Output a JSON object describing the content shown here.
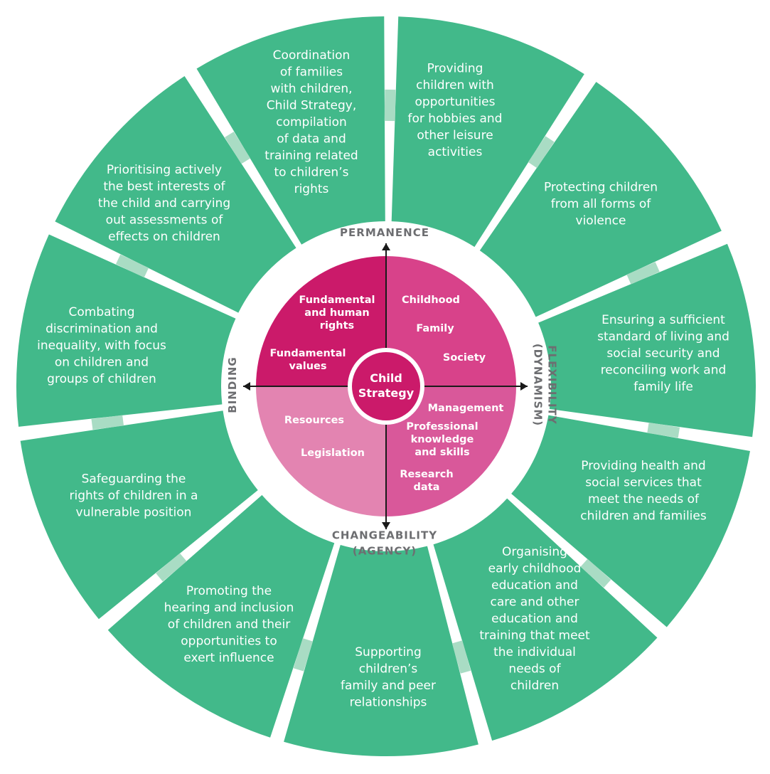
{
  "colors": {
    "segment": "#42b98a",
    "connector": "#a9dcc4",
    "gap": "#ffffff",
    "quadrant_top_left": "#cb1a6a",
    "quadrant_top_right": "#d8428a",
    "quadrant_bottom_left": "#e384b1",
    "quadrant_bottom_right": "#d9589a",
    "axis_label": "#6d6e71",
    "arrow": "#1a1a1a",
    "center": "#cb1a6a"
  },
  "segments": [
    {
      "lines": [
        "Providing",
        "children with",
        "opportunities",
        "for hobbies and",
        "other leisure",
        "activities"
      ]
    },
    {
      "lines": [
        "Protecting children",
        "from all forms of",
        "violence"
      ]
    },
    {
      "lines": [
        "Ensuring a sufficient",
        "standard of living and",
        "social security and",
        "reconciling work and",
        "family life"
      ]
    },
    {
      "lines": [
        "Providing health and",
        "social services that",
        "meet the needs of",
        "children and families"
      ]
    },
    {
      "lines": [
        "Organising",
        "early childhood",
        "education and",
        "care and other",
        "education and",
        "training that meet",
        "the individual",
        "needs of",
        "children"
      ]
    },
    {
      "lines": [
        "Supporting",
        "children’s",
        "family and peer",
        "relationships"
      ]
    },
    {
      "lines": [
        "Promoting the",
        "hearing and inclusion",
        "of children and their",
        "opportunities to",
        "exert influence"
      ]
    },
    {
      "lines": [
        "Safeguarding the",
        "rights of children in a",
        "vulnerable position"
      ]
    },
    {
      "lines": [
        "Combating",
        "discrimination and",
        "inequality, with focus",
        "on children and",
        "groups of children"
      ]
    },
    {
      "lines": [
        "Prioritising actively",
        "the best interests of",
        "the child and carrying",
        "out assessments of",
        "effects on children"
      ]
    },
    {
      "lines": [
        "Coordination",
        "of families",
        "with children,",
        "Child Strategy,",
        "compilation",
        "of data and",
        "training related",
        "to children’s",
        "rights"
      ]
    }
  ],
  "axes": {
    "top": "PERMANENCE",
    "right": [
      "FLEXIBILITY",
      "(DYNAMISM)"
    ],
    "bottom": [
      "CHANGEABILITY",
      "(AGENCY)"
    ],
    "left": "BINDING"
  },
  "quadrants": {
    "top_left": [
      {
        "lines": [
          "Fundamental",
          "and human",
          "rights"
        ]
      },
      {
        "lines": [
          "Fundamental",
          "values"
        ]
      }
    ],
    "top_right": [
      {
        "lines": [
          "Childhood"
        ]
      },
      {
        "lines": [
          "Family"
        ]
      },
      {
        "lines": [
          "Society"
        ]
      }
    ],
    "bottom_left": [
      {
        "lines": [
          "Resources"
        ]
      },
      {
        "lines": [
          "Legislation"
        ]
      }
    ],
    "bottom_right": [
      {
        "lines": [
          "Management"
        ]
      },
      {
        "lines": [
          "Professional",
          "knowledge",
          "and skills"
        ]
      },
      {
        "lines": [
          "Research",
          "data"
        ]
      }
    ]
  },
  "center": [
    "Child",
    "Strategy"
  ]
}
